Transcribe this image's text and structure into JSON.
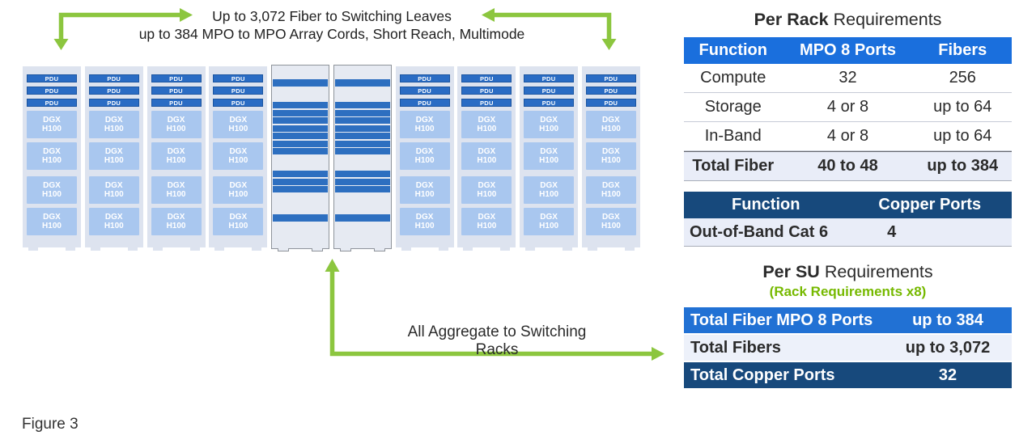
{
  "annotations": {
    "top_line1": "Up to 3,072 Fiber to Switching Leaves",
    "top_line2": "up to 384 MPO to MPO Array Cords, Short Reach, Multimode",
    "bottom_arrow_label": "All Aggregate to Switching Racks"
  },
  "diagram": {
    "rack_types": [
      "compute",
      "compute",
      "compute",
      "compute",
      "switch",
      "switch",
      "compute",
      "compute",
      "compute",
      "compute"
    ],
    "pdus_per_rack": 3,
    "servers_per_rack": 4,
    "pdu_label": "PDU",
    "server_label_line1": "DGX",
    "server_label_line2": "H100"
  },
  "per_rack_table": {
    "title_bold": "Per Rack",
    "title_rest": " Requirements",
    "headers": [
      "Function",
      "MPO 8 Ports",
      "Fibers"
    ],
    "rows": [
      [
        "Compute",
        "32",
        "256"
      ],
      [
        "Storage",
        "4 or 8",
        "up to 64"
      ],
      [
        "In-Band",
        "4 or 8",
        "up to 64"
      ]
    ],
    "total_row": [
      "Total Fiber",
      "40 to 48",
      "up to 384"
    ]
  },
  "copper_table": {
    "headers": [
      "Function",
      "Copper Ports"
    ],
    "row": [
      "Out-of-Band Cat 6",
      "4"
    ]
  },
  "per_su_table": {
    "title_bold": "Per SU",
    "title_rest": " Requirements",
    "subtitle": "(Rack Requirements x8)",
    "rows": [
      {
        "label": "Total Fiber MPO 8 Ports",
        "value": "up to 384"
      },
      {
        "label": "Total Fibers",
        "value": "up to 3,072"
      },
      {
        "label": "Total Copper Ports",
        "value": "32"
      }
    ]
  },
  "caption": "Figure 3",
  "colors": {
    "table_header_blue": "#1a6fdd",
    "per_su_blue": "#2171d4",
    "navy": "#17497c",
    "light_row": "#e9edf8",
    "arrow_green": "#8cc63f",
    "subtitle_green": "#76b900",
    "pdu_blue": "#2a6cc4",
    "server_blue": "#a9c7ef",
    "switch_stripe_blue": "#2d6fc0",
    "rack_body": "#dde3ef"
  }
}
